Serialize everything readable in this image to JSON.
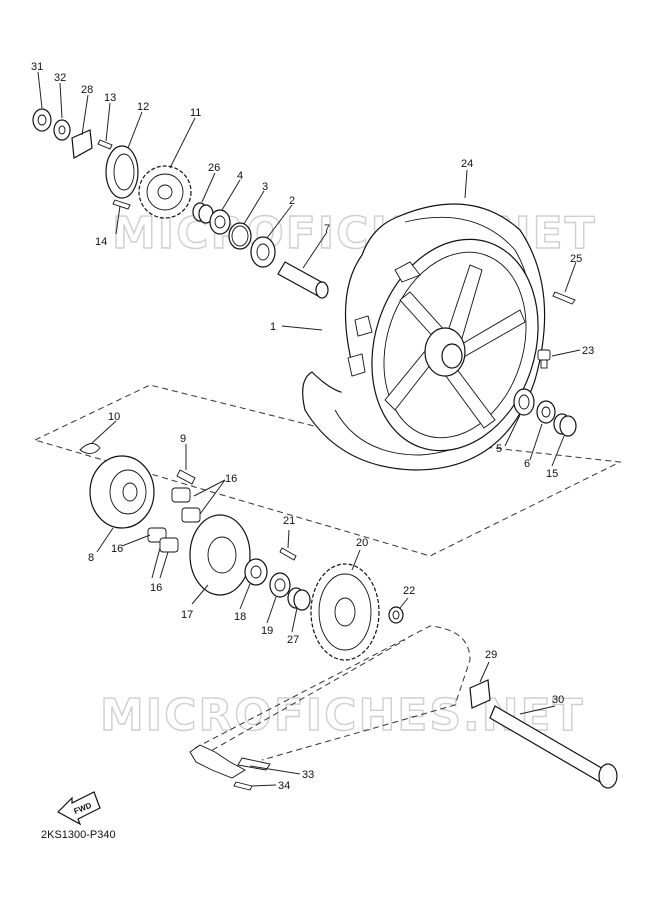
{
  "watermark": "MICROFICHES.NET",
  "diagram_code": "2KS1300-P340",
  "fwd_label": "FWD",
  "callouts": {
    "c1": "1",
    "c2": "2",
    "c3": "3",
    "c4": "4",
    "c5": "5",
    "c6": "6",
    "c7": "7",
    "c8": "8",
    "c9": "9",
    "c10": "10",
    "c11": "11",
    "c12": "12",
    "c13": "13",
    "c14": "14",
    "c15": "15",
    "c16a": "16",
    "c16b": "16",
    "c16c": "16",
    "c17": "17",
    "c18": "18",
    "c19": "19",
    "c20": "20",
    "c21": "21",
    "c22": "22",
    "c23": "23",
    "c24": "24",
    "c25": "25",
    "c26": "26",
    "c27": "27",
    "c28": "28",
    "c29": "29",
    "c30": "30",
    "c31": "31",
    "c32": "32",
    "c33": "33",
    "c34": "34"
  }
}
